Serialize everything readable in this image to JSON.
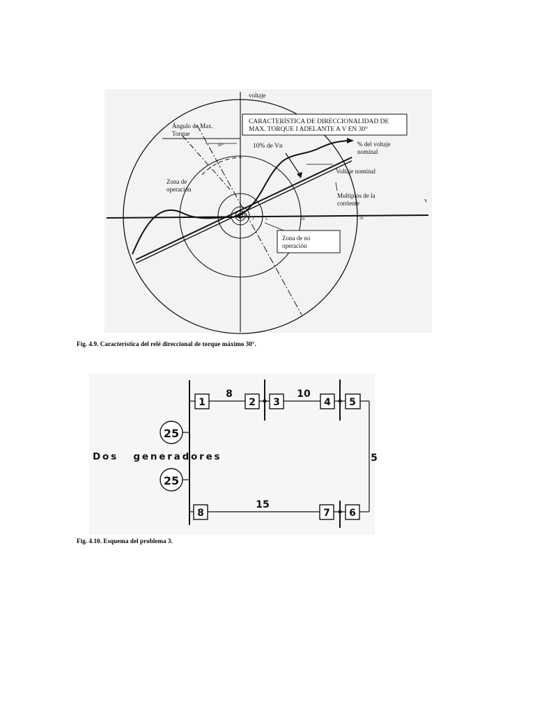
{
  "figure1": {
    "title_line1": "CARACTERÍSTICA DE DIRECCIONALIDAD DE",
    "title_line2": "MAX. TORQUE I ADELANTE A V EN 30°",
    "axis_voltaje": "voltaje",
    "angulo_line1": "Ángulo de Max.",
    "angulo_line2": "Torque",
    "angle_value": "30°",
    "vn_label": "10% de Vn",
    "pct_line1": "% del voltaje",
    "pct_line2": "nominal",
    "voltaje_nominal": "Voltaje nominal",
    "zona_op_line1": "Zona de",
    "zona_op_line2": "operación",
    "multiplos_line1": "Multiplos de la",
    "multiplos_line2": "corriente",
    "zona_no_line1": "Zona de no",
    "zona_no_line2": "operación",
    "ticks": [
      "2",
      "4",
      "10",
      "20"
    ],
    "caption": "Fig. 4.9. Característica del relé direccional de torque máximo 30°."
  },
  "figure2": {
    "generators_label": "Dos generadores",
    "generators": [
      "25",
      "25"
    ],
    "relays": [
      "1",
      "2",
      "3",
      "4",
      "5",
      "6",
      "7",
      "8"
    ],
    "lines": [
      "8",
      "10",
      "5",
      "15"
    ],
    "caption": "Fig. 4.10. Esquema del problema 3."
  }
}
